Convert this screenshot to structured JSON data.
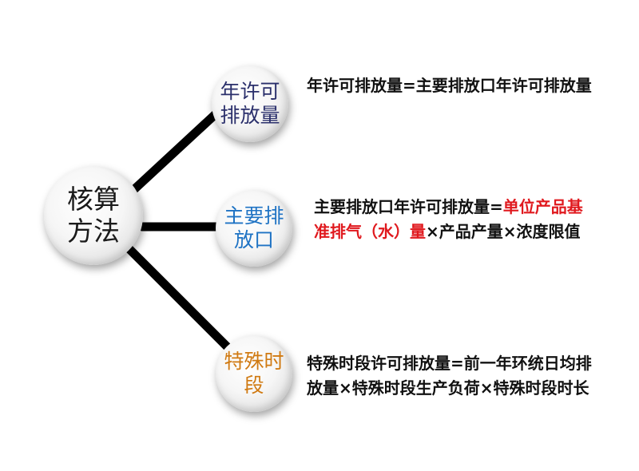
{
  "center": {
    "label": "核算方法"
  },
  "branches": [
    {
      "label": "年许可排放量",
      "color": "#2a2f6b",
      "description": {
        "part1": "年许可排放量=主要排放口年许可排放量"
      }
    },
    {
      "label": "主要排放口",
      "color": "#1f73c4",
      "description": {
        "part1": "主要排放口年许可排放量=",
        "highlight": "单位产品基准排气（水）量",
        "part2": "×产品产量×浓度限值",
        "highlight_color": "#e0191e"
      }
    },
    {
      "label": "特殊时段",
      "color": "#d07a12",
      "description": {
        "part1": "特殊时段许可排放量=前一年环统日均排放量×特殊时段生产负荷×特殊时段时长"
      }
    }
  ],
  "connector_color": "#000000"
}
